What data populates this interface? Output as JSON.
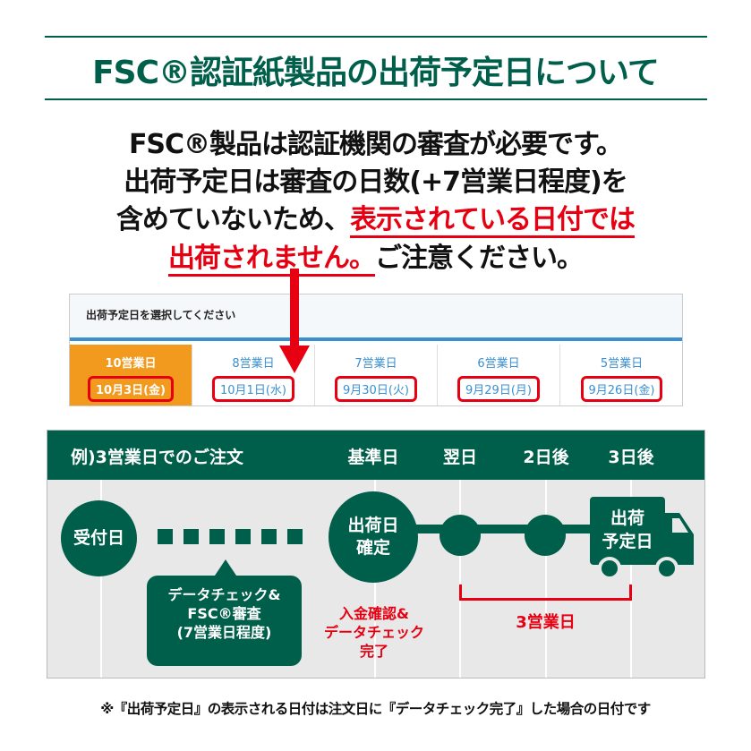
{
  "title": "FSC®認証紙製品の出荷予定日について",
  "body": {
    "line1": "FSC®製品は認証機関の審査が必要です。",
    "line2": "出荷予定日は審査の日数(+7営業日程度)を",
    "line3_normal": "含めていないため、",
    "line3_red": "表示されている日付では",
    "line4_red": "出荷されません。",
    "line4_normal": "ご注意ください。"
  },
  "screenshot": {
    "prompt": "出荷予定日を選択してください",
    "options": [
      {
        "label": "10営業日",
        "date": "10月3日(金)",
        "selected": true
      },
      {
        "label": "8営業日",
        "date": "10月1日(水)",
        "selected": false
      },
      {
        "label": "7営業日",
        "date": "9月30日(火)",
        "selected": false
      },
      {
        "label": "6営業日",
        "date": "9月29日(月)",
        "selected": false
      },
      {
        "label": "5営業日",
        "date": "9月26日(金)",
        "selected": false
      }
    ]
  },
  "diagram": {
    "header": "例)3営業日でのご注文",
    "columns": [
      "基準日",
      "翌日",
      "2日後",
      "3日後"
    ],
    "order_day": "受付日",
    "ship_confirm": [
      "出荷日",
      "確定"
    ],
    "truck": [
      "出荷",
      "予定日"
    ],
    "bubble": [
      "データチェック&",
      "FSC®審査",
      "(7営業日程度)"
    ],
    "red_note": [
      "入金確認&",
      "データチェック",
      "完了"
    ],
    "span_label": "3営業日"
  },
  "footnote": "※『出荷予定日』の表示される日付は注文日に『データチェック完了』した場合の日付です",
  "colors": {
    "green": "#005f4a",
    "red": "#e60012",
    "orange": "#f29a1e",
    "blue": "#3a8fd0"
  }
}
